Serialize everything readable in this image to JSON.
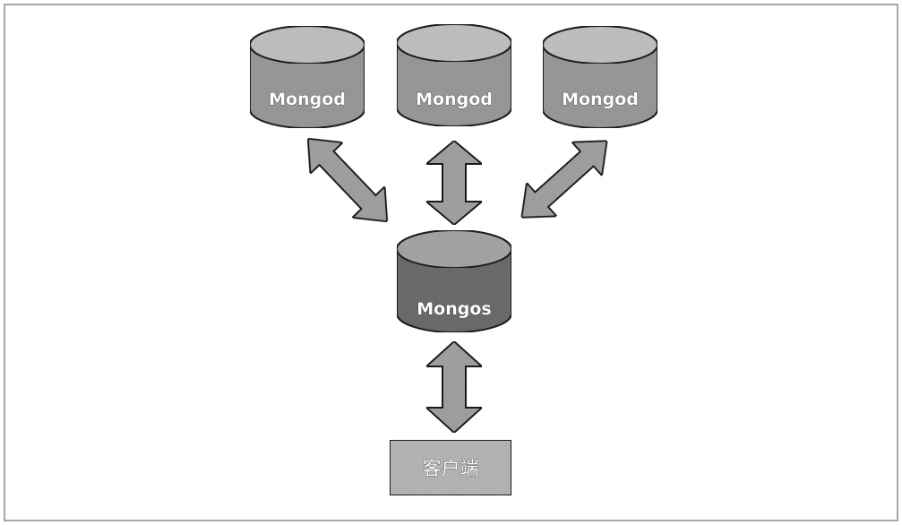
{
  "diagram": {
    "shards": [
      {
        "label": "Mongod"
      },
      {
        "label": "Mongod"
      },
      {
        "label": "Mongod"
      }
    ],
    "router": {
      "label": "Mongos"
    },
    "client": {
      "label": "客户端"
    },
    "colors": {
      "frame": "#8a8a8a",
      "cylinder_fill": "#9c9c9c",
      "cylinder_top": "#c4c4c4",
      "router_fill": "#6e6e6e",
      "router_top": "#a8a8a8",
      "arrow_fill": "#a4a4a4",
      "outline": "#1e1e1e",
      "client_fill": "#b9b9b9"
    }
  }
}
